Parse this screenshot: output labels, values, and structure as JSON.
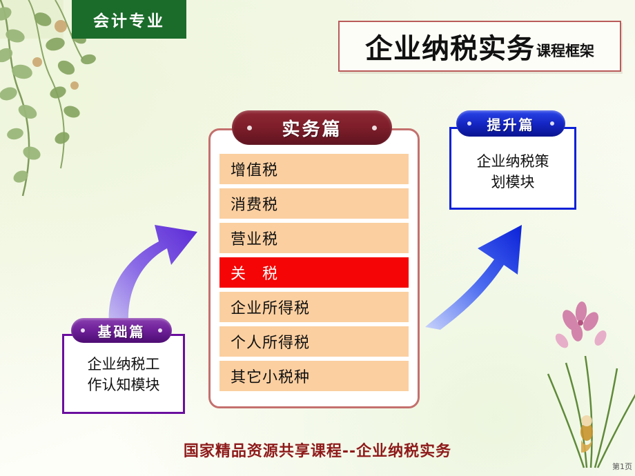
{
  "meta": {
    "major_tag": "会计专业",
    "page_badge": "第1页"
  },
  "header": {
    "title_main": "企业纳税实务",
    "title_sub": "课程框架"
  },
  "basic": {
    "pill_label": "基础篇",
    "body_line1": "企业纳税工",
    "body_line2": "作认知模块"
  },
  "practice": {
    "pill_label": "实务篇",
    "items": [
      {
        "label": "增值税",
        "highlight": false
      },
      {
        "label": "消费税",
        "highlight": false
      },
      {
        "label": "营业税",
        "highlight": false
      },
      {
        "label": "关　税",
        "highlight": true
      },
      {
        "label": "企业所得税",
        "highlight": false
      },
      {
        "label": "个人所得税",
        "highlight": false
      },
      {
        "label": "其它小税种",
        "highlight": false
      }
    ]
  },
  "advance": {
    "pill_label": "提升篇",
    "body_line1": "企业纳税策",
    "body_line2": "划模块"
  },
  "footer": {
    "text": "国家精品资源共享课程--企业纳税实务"
  },
  "colors": {
    "major_tag_bg": "#1b6b2a",
    "title_border": "#b95b5b",
    "practice_border": "#c4706e",
    "practice_pill": "#7e1e2a",
    "item_bg": "#fbcfa0",
    "item_highlight_bg": "#f50505",
    "advance_border": "#0a21d8",
    "advance_pill": "#1426c4",
    "basic_border": "#6a0f9e",
    "basic_pill": "#6d1f97",
    "footer_text": "#8e1a1a",
    "arrow_left": "#6a3bd6",
    "arrow_right": "#1a3fe8"
  }
}
